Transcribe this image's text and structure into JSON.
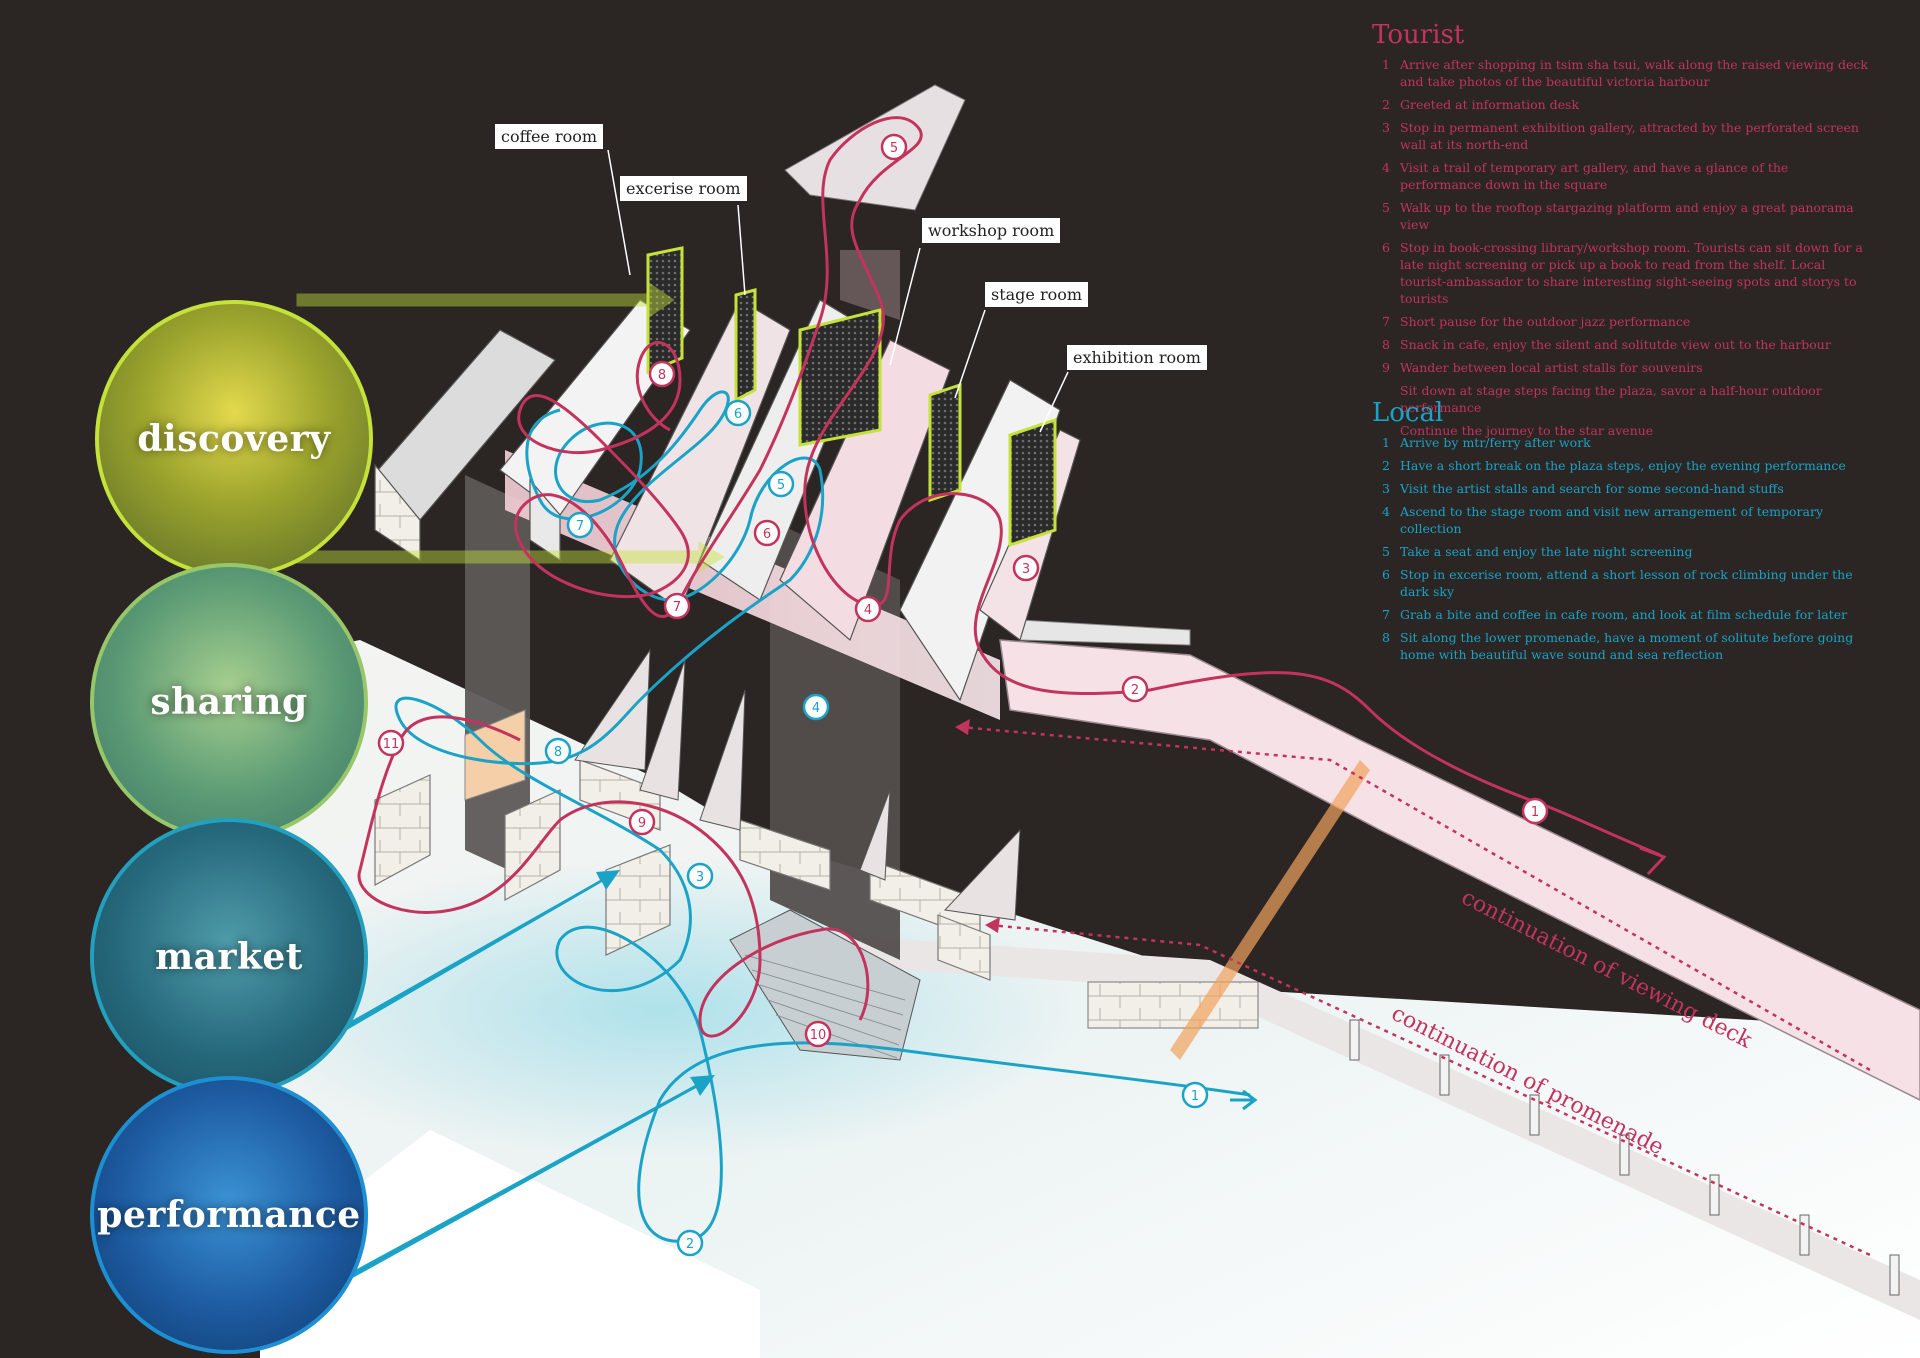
{
  "colors": {
    "background": "#2b2523",
    "tourist": "#c2345d",
    "local": "#1aa3c6",
    "accent_green": "#c5e23a"
  },
  "tourist": {
    "title": "Tourist",
    "items": [
      {
        "num": "1",
        "text": "Arrive after shopping in tsim sha tsui, walk along the raised viewing deck and take photos of  the beautiful victoria harbour"
      },
      {
        "num": "2",
        "text": "Greeted at information desk"
      },
      {
        "num": "3",
        "text": "Stop in permanent exhibition gallery, attracted by the perforated screen wall at its north-end"
      },
      {
        "num": "4",
        "text": "Visit a trail of temporary art gallery, and have a glance of the performance down in the square"
      },
      {
        "num": "5",
        "text": "Walk up to the rooftop stargazing platform and enjoy a great panorama view"
      },
      {
        "num": "6",
        "text": "Stop in book-crossing library/workshop room. Tourists can sit down for a late night screening or pick up a book to read from the shelf. Local tourist-ambassador to share interesting sight-seeing spots and storys to tourists"
      },
      {
        "num": "7",
        "text": "Short pause for the outdoor jazz performance"
      },
      {
        "num": "8",
        "text": "Snack in cafe, enjoy the silent and solitutde view out to the harbour"
      },
      {
        "num": "9",
        "text": "Wander between local artist stalls for souvenirs"
      },
      {
        "num": "",
        "text": "Sit down at stage steps facing the plaza, savor a half-hour outdoor performance"
      },
      {
        "num": "",
        "text": "Continue the journey to the star avenue"
      }
    ]
  },
  "local": {
    "title": "Local",
    "items": [
      {
        "num": "1",
        "text": "Arrive by mtr/ferry after work"
      },
      {
        "num": "2",
        "text": "Have a short break  on the plaza steps, enjoy the evening performance"
      },
      {
        "num": "3",
        "text": "Visit the artist  stalls and search for some second-hand stuffs"
      },
      {
        "num": "4",
        "text": "Ascend to the stage room and visit new arrangement of temporary collection"
      },
      {
        "num": "5",
        "text": "Take a seat and enjoy the late night screening"
      },
      {
        "num": "6",
        "text": "Stop in excerise room, attend a short lesson of rock climbing under the dark sky"
      },
      {
        "num": "7",
        "text": "Grab a bite and coffee in cafe room, and look at film schedule for later"
      },
      {
        "num": "8",
        "text": "Sit along the lower promenade, have a moment of solitute before going home with beautiful wave sound and sea reflection"
      }
    ]
  },
  "rooms": {
    "coffee": "coffee room",
    "exercise": "excerise room",
    "workshop": "workshop room",
    "stage": "stage room",
    "exhibition": "exhibition room"
  },
  "themes": {
    "discovery": "discovery",
    "sharing": "sharing",
    "market": "market",
    "performance": "performance"
  },
  "annotations": {
    "viewing_deck": "continuation of viewing deck",
    "promenade": "continuation of promenade"
  },
  "tourist_markers": [
    "1",
    "2",
    "3",
    "4",
    "5",
    "6",
    "7",
    "8",
    "9",
    "10",
    "11"
  ],
  "local_markers": [
    "1",
    "2",
    "3",
    "4",
    "5",
    "6",
    "7",
    "8"
  ]
}
